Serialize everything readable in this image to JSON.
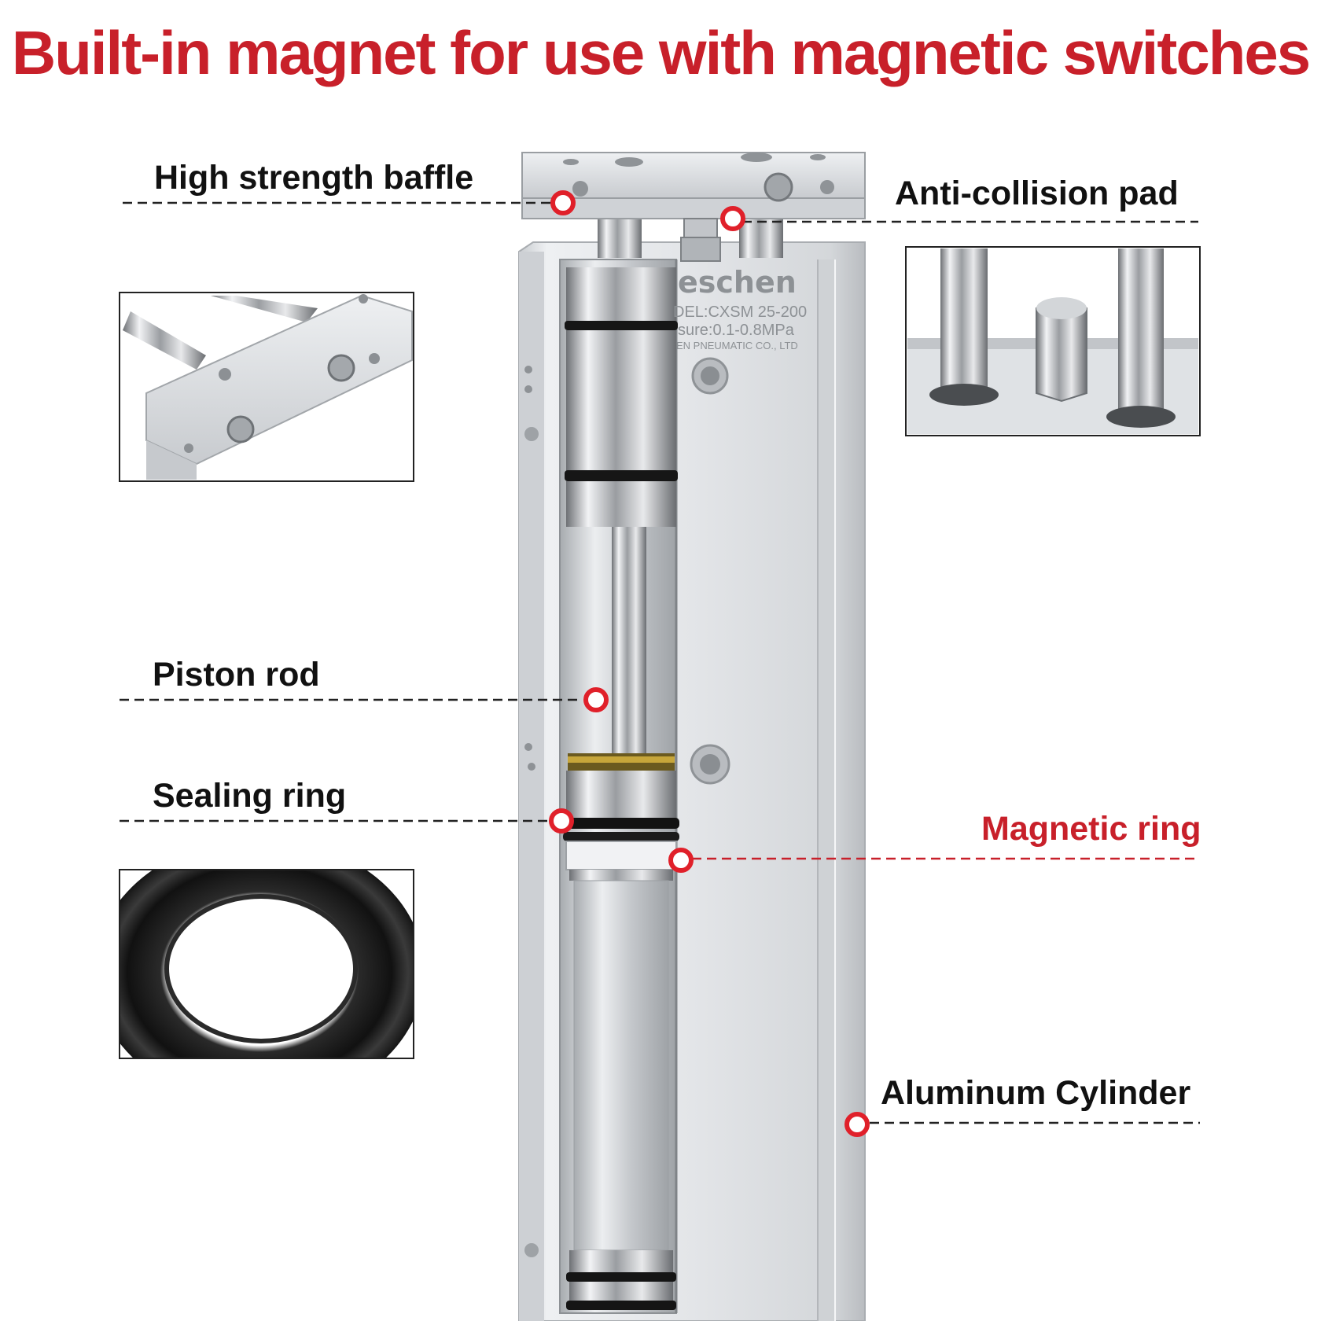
{
  "headline": "Built-in magnet for use with magnetic switches",
  "colors": {
    "headline": "#c8202a",
    "accent_red": "#e0202a",
    "label_dark": "#111111",
    "aluminum": "#dcdfe2"
  },
  "cylinder_text": {
    "brand": "eschen",
    "model": "DEL:CXSM 25-200",
    "pressure": "sure:0.1-0.8MPa",
    "maker": "EN PNEUMATIC CO., LTD"
  },
  "callouts": [
    {
      "id": "baffle",
      "label": "High strength baffle",
      "highlight": false
    },
    {
      "id": "pad",
      "label": "Anti-collision pad",
      "highlight": false
    },
    {
      "id": "rod",
      "label": "Piston rod",
      "highlight": false
    },
    {
      "id": "seal",
      "label": "Sealing ring",
      "highlight": false
    },
    {
      "id": "magnet",
      "label": "Magnetic ring",
      "highlight": true
    },
    {
      "id": "body",
      "label": "Aluminum Cylinder",
      "highlight": false
    }
  ],
  "insets": [
    {
      "id": "baffle-detail",
      "depicts": "baffle-plate-photo"
    },
    {
      "id": "pad-detail",
      "depicts": "anti-collision-nut-photo"
    },
    {
      "id": "seal-detail",
      "depicts": "sealing-ring-photo"
    }
  ]
}
